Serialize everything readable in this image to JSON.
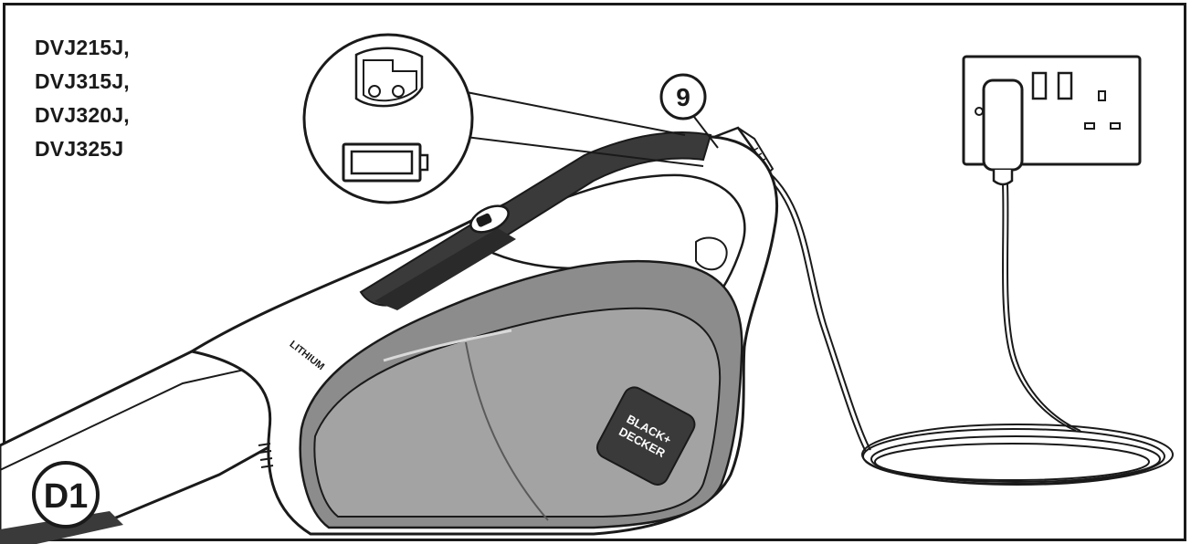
{
  "models": [
    "DVJ215J,",
    "DVJ315J,",
    "DVJ320J,",
    "DVJ325J"
  ],
  "callouts": {
    "part_number": "9",
    "figure_label": "D1"
  },
  "product_marks": {
    "brand_logo_text": [
      "BLACK+",
      "DECKER"
    ],
    "battery_label": "LITHIUM"
  },
  "colors": {
    "line": "#1a1a1a",
    "body_grey": "#8c8c8c",
    "dark_panel": "#3a3a3a",
    "light_grey": "#d9d9d9"
  }
}
